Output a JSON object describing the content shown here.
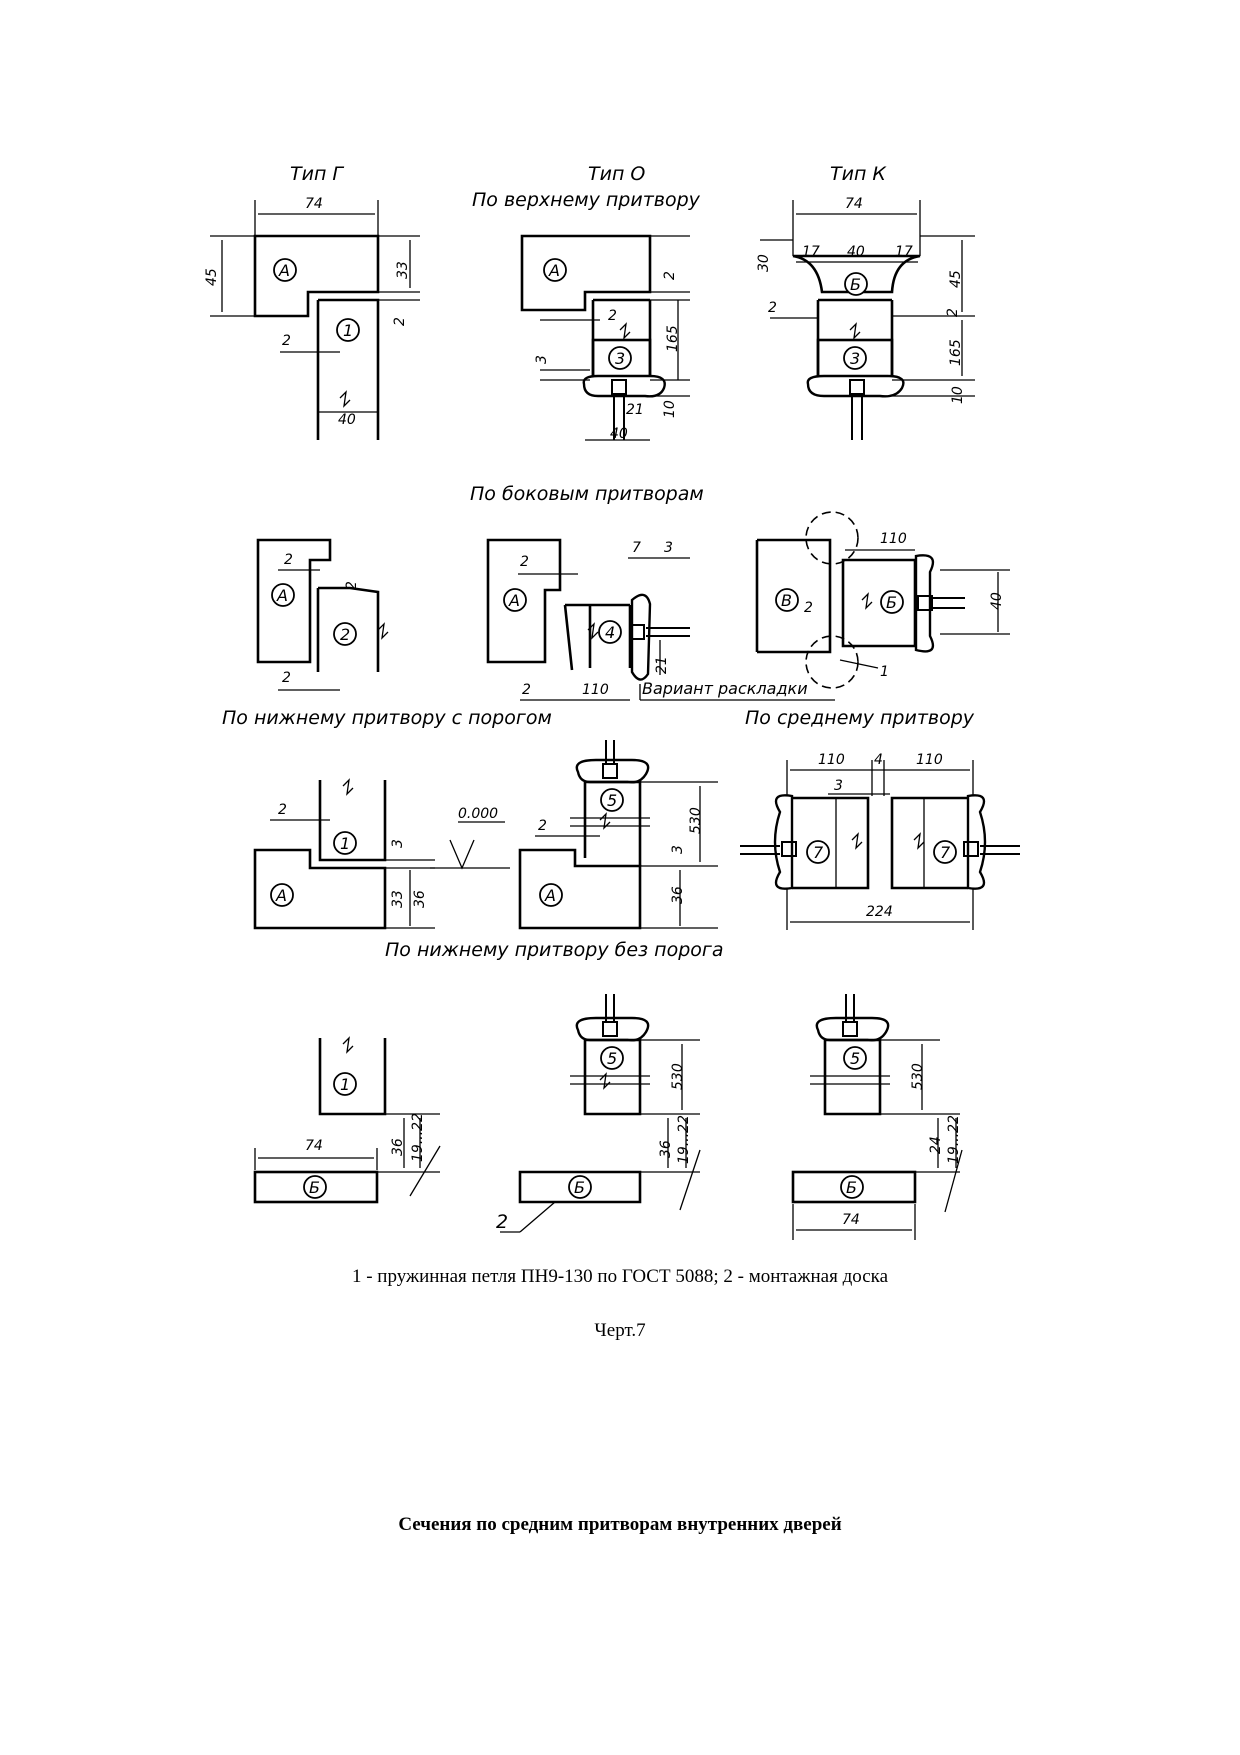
{
  "drawing": {
    "type_g": "Тип Г",
    "type_o": "Тип О",
    "type_k": "Тип К",
    "sections": {
      "top_rebate": "По верхнему притвору",
      "side_rebates": "По боковым притворам",
      "bottom_with_threshold": "По нижнему притвору с порогом",
      "middle_rebate": "По среднему притвору",
      "bottom_without_threshold": "По нижнему притвору без порога"
    },
    "layout_variant": "Вариант раскладки",
    "level_mark": "0.000",
    "part_letters": {
      "a": "А",
      "b": "Б",
      "v": "В"
    },
    "part_numbers": {
      "p1": "1",
      "p2": "2",
      "p3": "3",
      "p4": "4",
      "p5": "5",
      "p7": "7"
    },
    "leader_numbers": {
      "hinge": "1",
      "board": "2"
    },
    "dims": {
      "d74": "74",
      "d45": "45",
      "d33": "33",
      "d2": "2",
      "d40": "40",
      "d165": "165",
      "d3": "3",
      "d21": "21",
      "d10": "10",
      "d17": "17",
      "d30": "30",
      "d110": "110",
      "d7": "7",
      "d4": "4",
      "d36": "36",
      "d530": "530",
      "d224": "224",
      "d19_22": "19...22",
      "d24": "24"
    }
  },
  "legend": "1 - пружинная петля ПН9-130 по ГОСТ 5088; 2 - монтажная доска",
  "drawing_number": "Черт.7",
  "next_section_title": "Сечения по средним притворам внутренних дверей"
}
